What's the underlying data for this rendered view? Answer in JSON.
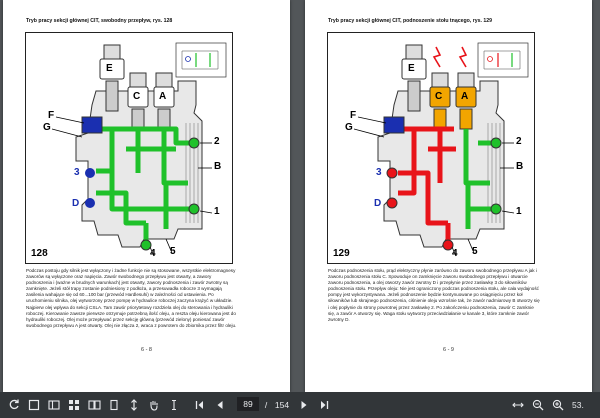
{
  "document": {
    "pages": [
      {
        "heading": "Tryb pracy sekcji głównej CIT, swobodny przepływ, rys. 128",
        "figure_number": "128",
        "labels": {
          "E": "E",
          "C": "C",
          "A": "A",
          "F": "F",
          "G": "G",
          "B": "B",
          "1": "1",
          "2": "2",
          "3": "3",
          "4": "4",
          "5": "5",
          "D": "D"
        },
        "body": "Podczas postoju gdy silnik jest wyłączony i żadne funkcje nie są stosowane, wszystkie elektromagnesy zaworów są wyłączone oraz napięcia. Zawór swobodnego przepływu jest otwarty, a zawory podnoszenia i (ważne w brudnych warunkach) jest otwarty, zawory podnoszenia i zawór zwrotny są zamknięte. Jeżeli stół trapy zostanie podniesiony z podłoża, a przesuwadła robocze 3 wymagają zasilenia wahające się od 60...100 bar (przewód Hardlesuhi) w zależności od ustawienia. Po uruchomieniu silnika, olej wytworzony przez pompę w hydraulice roboczej zaczyna krążyć w układzie. Najpierw olej wpływa do sekcji CSLA. Tam zawór priorytetowy rozdziela olej do sterowania i hydrauliki roboczej. Kierowanie zawsze pierwsze otrzymuje potrzebną ilość oleju, a reszta oleju kierowana jest do hydrauliki roboczej. Olej może przepływać przez sekcję główną (przewód zielony) poniesać zawór swobodnego przepływu A jest otwarty. Olej nie złącza 2, wraca z powrotem do zbiornika przez filtr oleju.",
        "page_number": "6 - 8"
      },
      {
        "heading": "Tryb pracy sekcji głównej CIT, podnoszenie stołu tnącego, rys. 129",
        "figure_number": "129",
        "labels": {
          "E": "E",
          "C": "C",
          "A": "A",
          "F": "F",
          "G": "G",
          "B": "B",
          "1": "1",
          "2": "2",
          "3": "3",
          "4": "4",
          "5": "5",
          "D": "D"
        },
        "body": "Podczas podnoszenia stołu, prąd elektryczny płynie zarówno do zaworu swobodnego przepływu A jak i zaworu podnoszenia stołu C. Spowoduje on zamknięcie zaworu swobodnego przepływu i otwarcie zaworu podnoszenia, a olej otworzy zawór zwrotny D i przepłynie przez zasławkę 3 do siłowników podnoszenia stołu. Przepływ oleju: Nie jest ograniczony podczas podnoszenia stołu, ale cała wydajność pompy jest wykorzystywana. Jeżeli podnoszenie będzie kontynuowane po osiągnięciu przez koł siłowników lub skrajnego podnoszenia, ciśnienie oleju wzrośnie tak, że zawór nadmiarowy B otworzy się i olej popłynie do strony powrotnej przez zasławkę 2. Po zakończeniu podnoszenia, zawór C zamknie się, a zawór A otworzy się. Waga stołu wytworzy przeciwdziałanie w kanale 3, które zamknie zawór zwrotny D.",
        "page_number": "6 - 9"
      }
    ]
  },
  "toolbar": {
    "current_page": "89",
    "page_separator": "/",
    "total_pages": "154",
    "zoom": "53."
  },
  "colors": {
    "flow_free": "#1fc12a",
    "flow_pressure": "#e8141a",
    "valve_active": "#f2a500",
    "port_bg": "#1a2fb0",
    "viewer_bg": "#525659",
    "toolbar_bg": "#323639"
  }
}
